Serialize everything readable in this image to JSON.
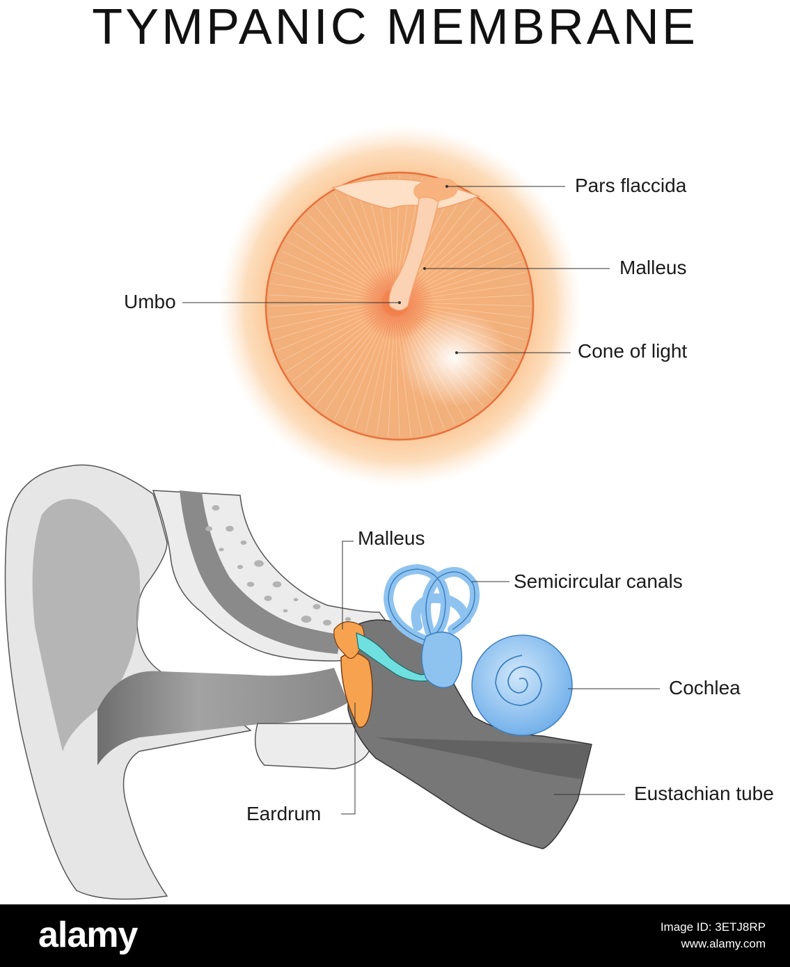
{
  "title": "TYMPANIC MEMBRANE",
  "tympanic_view": {
    "labels": {
      "pars_flaccida": "Pars flaccida",
      "malleus": "Malleus",
      "umbo": "Umbo",
      "cone_of_light": "Cone of light"
    }
  },
  "ear_section": {
    "labels": {
      "malleus": "Malleus",
      "semicircular_canals": "Semicircular canals",
      "cochlea": "Cochlea",
      "eustachian_tube": "Eustachian tube",
      "eardrum": "Eardrum"
    }
  },
  "footer": {
    "logo": "alamy",
    "image_id": "Image ID: 3ETJ8RP",
    "site": "www.alamy.com"
  },
  "colors": {
    "membrane": "#f5b77a",
    "halo": "#fbd7ad",
    "bone": "#e6e6e6",
    "canal": "#9a9a9a",
    "inner_ear": "#8ec3f0",
    "ossicle": "#f7a24f"
  }
}
